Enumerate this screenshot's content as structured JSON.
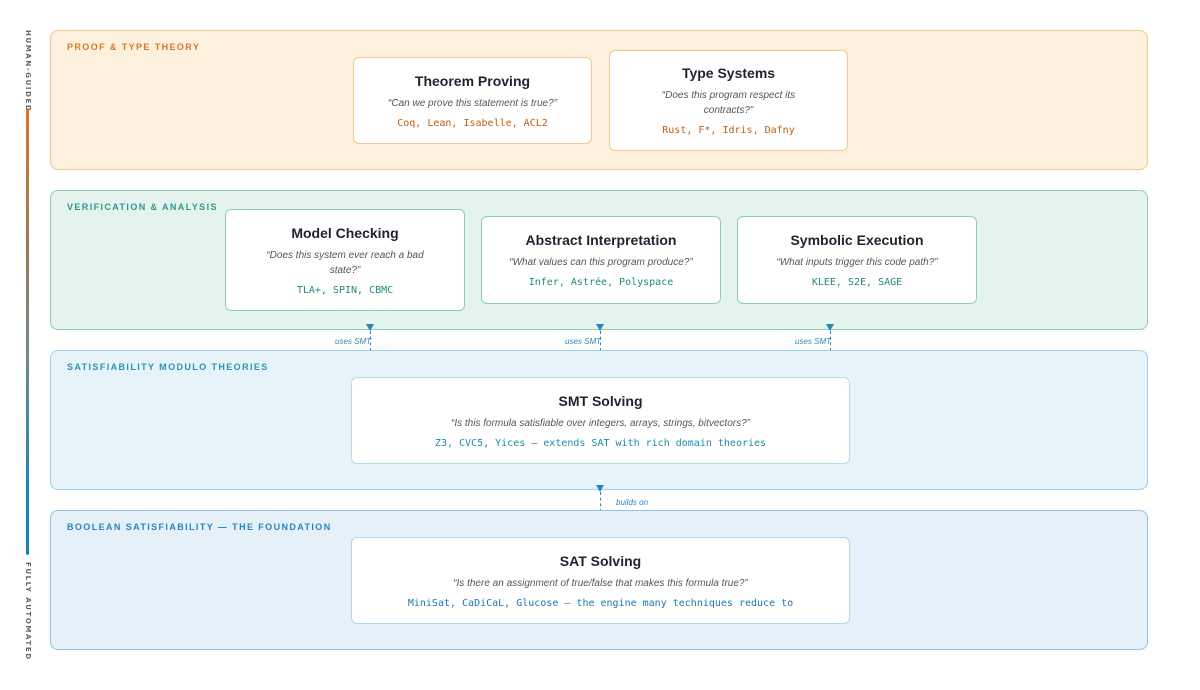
{
  "axis": {
    "top_label": "HUMAN-GUIDED",
    "bottom_label": "FULLY AUTOMATED"
  },
  "tiers": {
    "proof": {
      "title": "PROOF & TYPE THEORY",
      "cards": [
        {
          "title": "Theorem Proving",
          "question": "“Can we prove this statement is true?”",
          "tools": "Coq, Lean, Isabelle, ACL2"
        },
        {
          "title": "Type Systems",
          "question": "“Does this program respect its contracts?”",
          "tools": "Rust, F*, Idris, Dafny"
        }
      ]
    },
    "verification": {
      "title": "VERIFICATION & ANALYSIS",
      "cards": [
        {
          "title": "Model Checking",
          "question": "“Does this system ever reach a bad state?”",
          "tools": "TLA+, SPIN, CBMC"
        },
        {
          "title": "Abstract Interpretation",
          "question": "“What values can this program produce?”",
          "tools": "Infer, Astrée, Polyspace"
        },
        {
          "title": "Symbolic Execution",
          "question": "“What inputs trigger this code path?”",
          "tools": "KLEE, S2E, SAGE"
        }
      ]
    },
    "smt": {
      "title": "SATISFIABILITY MODULO THEORIES",
      "card": {
        "title": "SMT Solving",
        "question": "“Is this formula satisfiable over integers, arrays, strings, bitvectors?”",
        "tools": "Z3, CVC5, Yices — extends SAT with rich domain theories"
      }
    },
    "sat": {
      "title": "BOOLEAN SATISFIABILITY — THE FOUNDATION",
      "card": {
        "title": "SAT Solving",
        "question": "“Is there an assignment of true/false that makes this formula true?”",
        "tools": "MiniSat, CaDiCaL, Glucose — the engine many techniques reduce to"
      }
    }
  },
  "connectors": {
    "uses_smt": "uses SMT",
    "builds_on": "builds on"
  },
  "colors": {
    "proof_accent": "#d9782c",
    "verification_accent": "#2a9a8a",
    "smt_accent": "#2a96ae",
    "sat_accent": "#2586c0"
  }
}
